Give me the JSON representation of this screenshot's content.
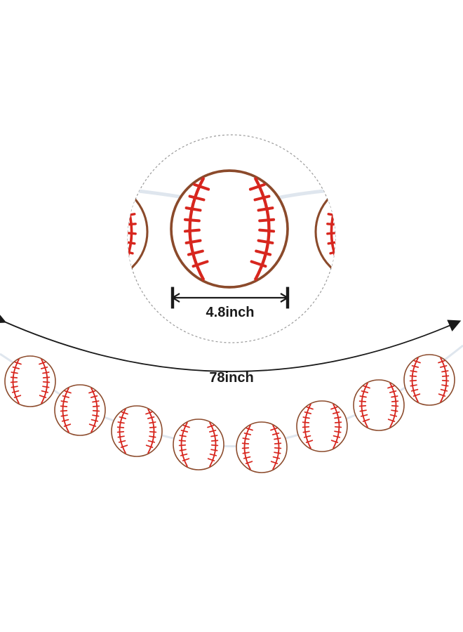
{
  "dimensions": {
    "diameter_label": "4.8inch",
    "length_label": "78inch"
  },
  "colors": {
    "background": "#ffffff",
    "ball_fill": "#ffffff",
    "ball_outline": "#8b4a2b",
    "stitch_red": "#d7261e",
    "string": "#dfe6ee",
    "arrow": "#1a1a1a",
    "dashed_circle": "#9a9a9a"
  },
  "garland": {
    "ball_count": 8
  }
}
